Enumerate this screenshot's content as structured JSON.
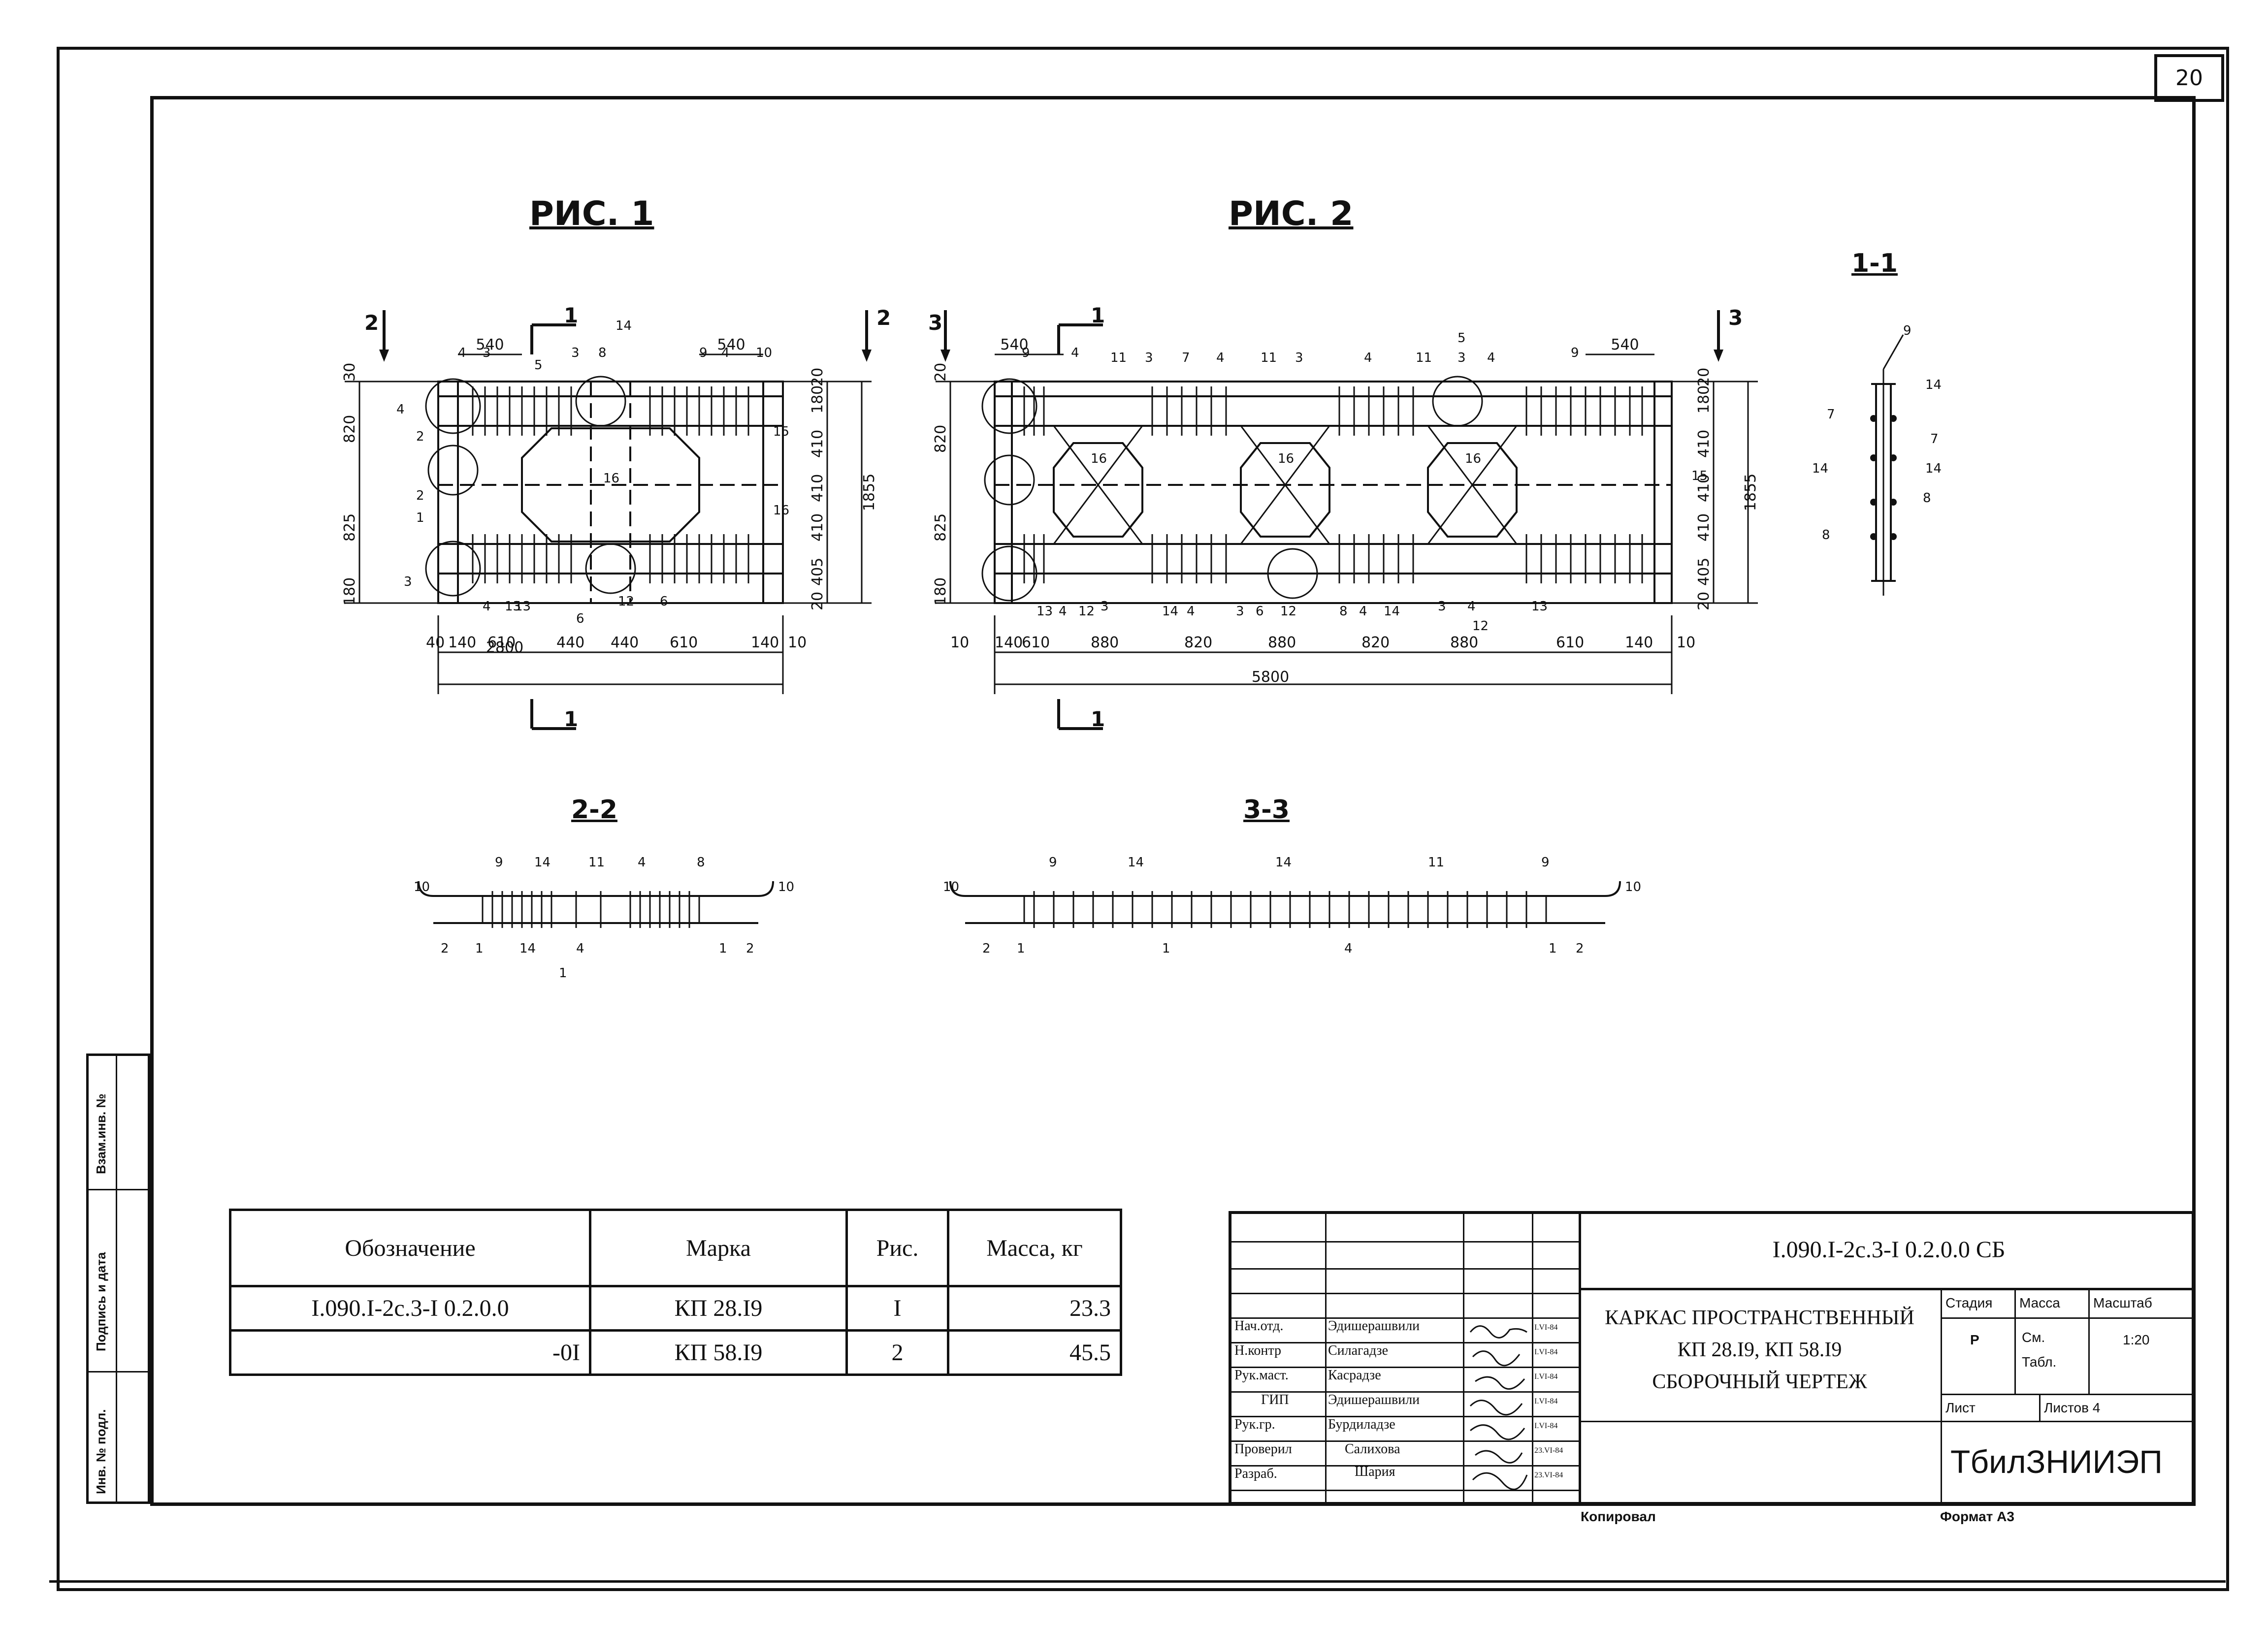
{
  "sheet_number": "20",
  "figures": {
    "fig1_title": "РИС. 1",
    "fig2_title": "РИС. 2",
    "sec_1_1": "1-1",
    "sec_2_2": "2-2",
    "sec_3_3": "3-3"
  },
  "fig1": {
    "overall_width": "2800",
    "overall_height": "1855",
    "top_dims": [
      "540",
      "540"
    ],
    "bottom_dims": [
      "40",
      "140",
      "610",
      "440",
      "440",
      "610",
      "140",
      "10"
    ],
    "left_dims": [
      "30",
      "820",
      "825",
      "180"
    ],
    "right_dims": [
      "20",
      "180",
      "410",
      "410",
      "410",
      "405",
      "20"
    ],
    "section_marks": [
      "1",
      "1",
      "2",
      "2"
    ],
    "callouts": [
      "4",
      "3",
      "5",
      "3",
      "8",
      "14",
      "9",
      "4",
      "10",
      "4",
      "2",
      "2",
      "1",
      "15",
      "16",
      "16",
      "3",
      "4",
      "13",
      "6",
      "12",
      "6",
      "13"
    ]
  },
  "fig2": {
    "overall_width": "5800",
    "overall_height": "1855",
    "top_dims": [
      "540",
      "540"
    ],
    "bottom_dims": [
      "10",
      "140",
      "610",
      "880",
      "820",
      "880",
      "820",
      "880",
      "610",
      "140",
      "10"
    ],
    "left_dims": [
      "20",
      "820",
      "825",
      "180"
    ],
    "right_dims": [
      "20",
      "180",
      "410",
      "410",
      "410",
      "405",
      "20"
    ],
    "section_marks": [
      "1",
      "1",
      "3",
      "3"
    ],
    "callouts": [
      "9",
      "4",
      "11",
      "3",
      "7",
      "4",
      "11",
      "3",
      "4",
      "11",
      "3",
      "4",
      "9",
      "5",
      "16",
      "16",
      "16",
      "15",
      "13",
      "4",
      "12",
      "3",
      "14",
      "4",
      "3",
      "6",
      "12",
      "8",
      "4",
      "14",
      "3",
      "4",
      "12",
      "13"
    ]
  },
  "sec11": {
    "callouts": [
      "9",
      "14",
      "7",
      "7",
      "14",
      "14",
      "8",
      "8"
    ]
  },
  "sec22": {
    "callouts": [
      "9",
      "14",
      "11",
      "4",
      "8",
      "10",
      "10",
      "2",
      "1",
      "14",
      "4",
      "1",
      "2",
      "1"
    ]
  },
  "sec33": {
    "callouts": [
      "9",
      "14",
      "14",
      "11",
      "9",
      "10",
      "10",
      "2",
      "1",
      "1",
      "4",
      "1",
      "2"
    ]
  },
  "spec_table": {
    "headers": [
      "Обозначение",
      "Марка",
      "Рис.",
      "Масса, кг"
    ],
    "rows": [
      [
        "I.090.I-2c.3-I 0.2.0.0",
        "КП 28.I9",
        "I",
        "23.3"
      ],
      [
        "-0I",
        "КП 58.I9",
        "2",
        "45.5"
      ]
    ]
  },
  "side_stamp": [
    "Инв. № подл.",
    "Подпись и дата",
    "Взам.инв. №"
  ],
  "title_block": {
    "doc_code": "I.090.I-2c.3-I 0.2.0.0 СБ",
    "name_lines": [
      "КАРКАС ПРОСТРАНСТВЕННЫЙ",
      "КП 28.I9,  КП 58.I9",
      "СБОРОЧНЫЙ  ЧЕРТЕЖ"
    ],
    "signers": [
      {
        "role": "Нач.отд.",
        "name": "Эдишерашвили",
        "date": "I.VI-84"
      },
      {
        "role": "Н.контр",
        "name": "Силагадзе",
        "date": "I.VI-84"
      },
      {
        "role": "Рук.маст.",
        "name": "Касрадзе",
        "date": "I.VI-84"
      },
      {
        "role": "ГИП",
        "name": "Эдишерашвили",
        "date": "I.VI-84"
      },
      {
        "role": "Рук.гр.",
        "name": "Бурдиладзе",
        "date": "I.VI-84"
      },
      {
        "role": "Проверил",
        "name": "Салихова",
        "date": "23.VI-84"
      },
      {
        "role": "Разраб.",
        "name": "Шария",
        "date": "23.VI-84"
      }
    ],
    "stage_label": "Стадия",
    "mass_label": "Масса",
    "scale_label": "Масштаб",
    "stage_value": "Р",
    "mass_value_1": "См.",
    "mass_value_2": "Табл.",
    "scale_value": "1:20",
    "sheet_label": "Лист",
    "sheets_label": "Листов 4",
    "organization": "ТбилЗНИИЭП"
  },
  "footer": {
    "copied": "Копировал",
    "format": "Формат А3"
  }
}
